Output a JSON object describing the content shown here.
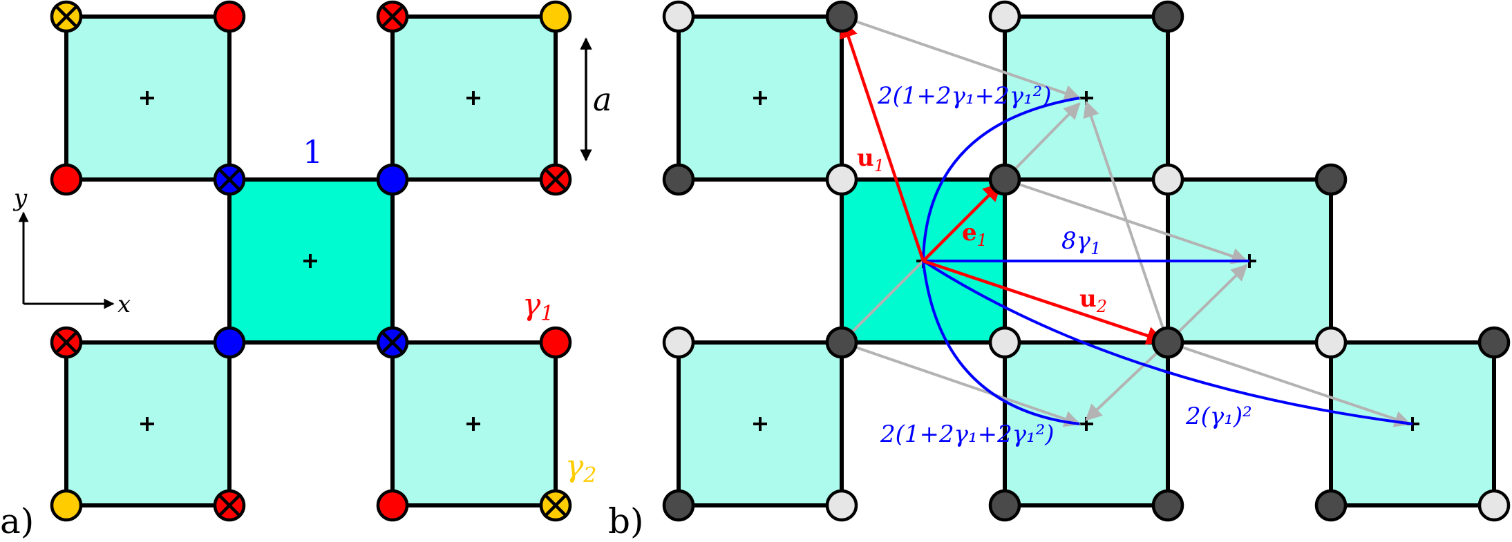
{
  "colors": {
    "square_fill": "#adfbec",
    "center_fill": "#00fbd0",
    "red": "#ff0000",
    "blue": "#0000ff",
    "yellow": "#ffcc00",
    "dark_node": "#4a4a4a",
    "light_node": "#e6e6e6",
    "gray_arrow": "#b3b3b3"
  },
  "panel_a": {
    "label": "a)",
    "coupling_one": "1",
    "gamma1": "γ",
    "gamma1_sub": "1",
    "gamma2": "γ",
    "gamma2_sub": "2",
    "lattice_const": "a",
    "axis_x": "x",
    "axis_y": "y"
  },
  "panel_b": {
    "label": "b)",
    "u1": "u",
    "u1_sub": "1",
    "u2": "u",
    "u2_sub": "2",
    "e1": "e",
    "e1_sub": "1",
    "coeff_8": "8γ",
    "coeff_8_sub": "1",
    "coeff_top": "2(1+2γ₁+2γ₁²)",
    "coeff_bottom": "2(1+2γ₁+2γ₁²)",
    "coeff_right": "2(γ₁)²"
  }
}
